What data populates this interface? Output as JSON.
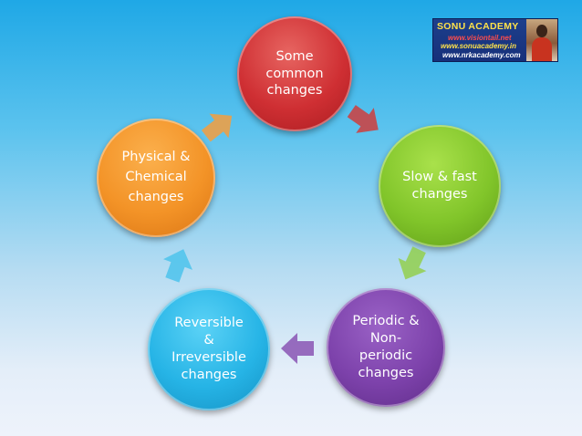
{
  "nodes": {
    "some_common": "Some\ncommon\nchanges",
    "slow_fast": "Slow & fast\nchanges",
    "periodic": "Periodic &\nNon-\nperiodic\nchanges",
    "reversible": "Reversible\n&\nIrreversible\nchanges",
    "physical_chemical": "Physical  &\nChemical\nchanges"
  },
  "logo": {
    "title": "SONU ACADEMY",
    "url1": "www.visiontail.net",
    "url2": "www.sonuacademy.in",
    "url3": "www.nrkacademy.com"
  },
  "colors": {
    "red": "#cf2f33",
    "green": "#81c52a",
    "purple": "#7d42ab",
    "cyan": "#26b4e6",
    "orange": "#f39327"
  }
}
